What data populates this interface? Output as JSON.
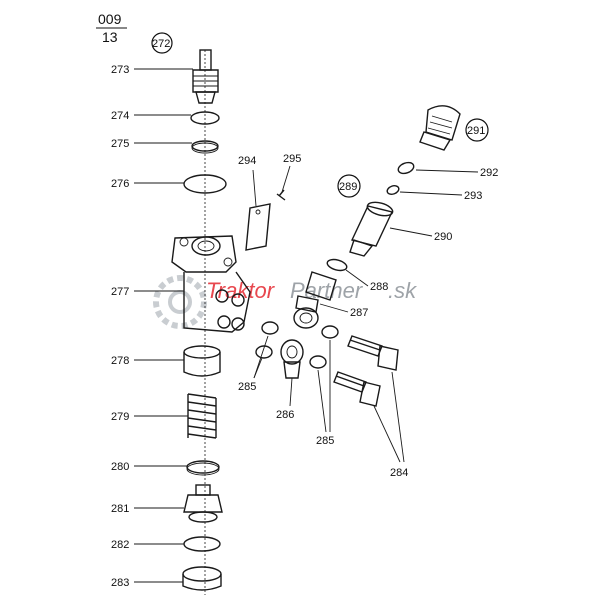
{
  "header": {
    "page": "009",
    "sub": "13"
  },
  "watermark": {
    "part1": "Traktor",
    "part2": "Partner",
    "suffix": ".sk",
    "color1": "#e8484f",
    "color2": "#9ea3a8"
  },
  "callouts": [
    {
      "label": "272"
    },
    {
      "label": "291"
    },
    {
      "label": "289"
    }
  ],
  "labels": [
    {
      "text": "273"
    },
    {
      "text": "274"
    },
    {
      "text": "275"
    },
    {
      "text": "276"
    },
    {
      "text": "277"
    },
    {
      "text": "278"
    },
    {
      "text": "279"
    },
    {
      "text": "280"
    },
    {
      "text": "281"
    },
    {
      "text": "282"
    },
    {
      "text": "283"
    },
    {
      "text": "294"
    },
    {
      "text": "295"
    },
    {
      "text": "292"
    },
    {
      "text": "293"
    },
    {
      "text": "290"
    },
    {
      "text": "288"
    },
    {
      "text": "287"
    },
    {
      "text": "285"
    },
    {
      "text": "286"
    },
    {
      "text": "285"
    },
    {
      "text": "284"
    }
  ]
}
